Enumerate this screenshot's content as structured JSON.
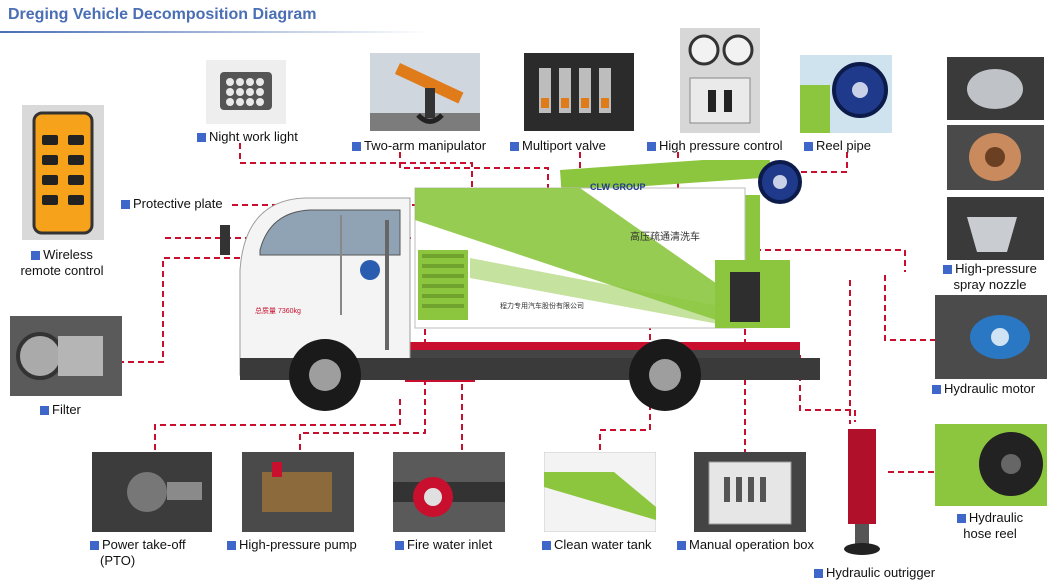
{
  "title": "Dreging Vehicle Decomposition Diagram",
  "colors": {
    "title": "#4a6fb5",
    "leader": "#c8102e",
    "marker": "#3f67c9",
    "truck_green": "#8cc63f",
    "truck_red": "#c8102e"
  },
  "truck": {
    "tank_text_1": "高压疏通清洗车",
    "tank_text_2": "程力专用汽车股份有限公司",
    "brand": "CLW GROUP",
    "door_text": "总质量 7360kg"
  },
  "labels": {
    "night_work_light": "Night work light",
    "two_arm_manipulator": "Two-arm manipulator",
    "multiport_valve": "Multiport valve",
    "high_pressure_control": "High pressure control",
    "reel_pipe": "Reel pipe",
    "protective_plate": "Protective plate",
    "wireless_remote_control_1": "Wireless",
    "wireless_remote_control_2": "remote control",
    "high_pressure_spray_nozzle_1": "High-pressure",
    "high_pressure_spray_nozzle_2": "spray nozzle",
    "filter": "Filter",
    "hydraulic_motor": "Hydraulic motor",
    "hydraulic_hose_reel_1": "Hydraulic",
    "hydraulic_hose_reel_2": "hose reel",
    "power_take_off_1": "Power take-off",
    "power_take_off_2": "(PTO)",
    "high_pressure_pump": "High-pressure pump",
    "fire_water_inlet": "Fire water inlet",
    "clean_water_tank": "Clean water tank",
    "manual_operation_box": "Manual operation box",
    "hydraulic_outrigger": "Hydraulic outrigger"
  }
}
